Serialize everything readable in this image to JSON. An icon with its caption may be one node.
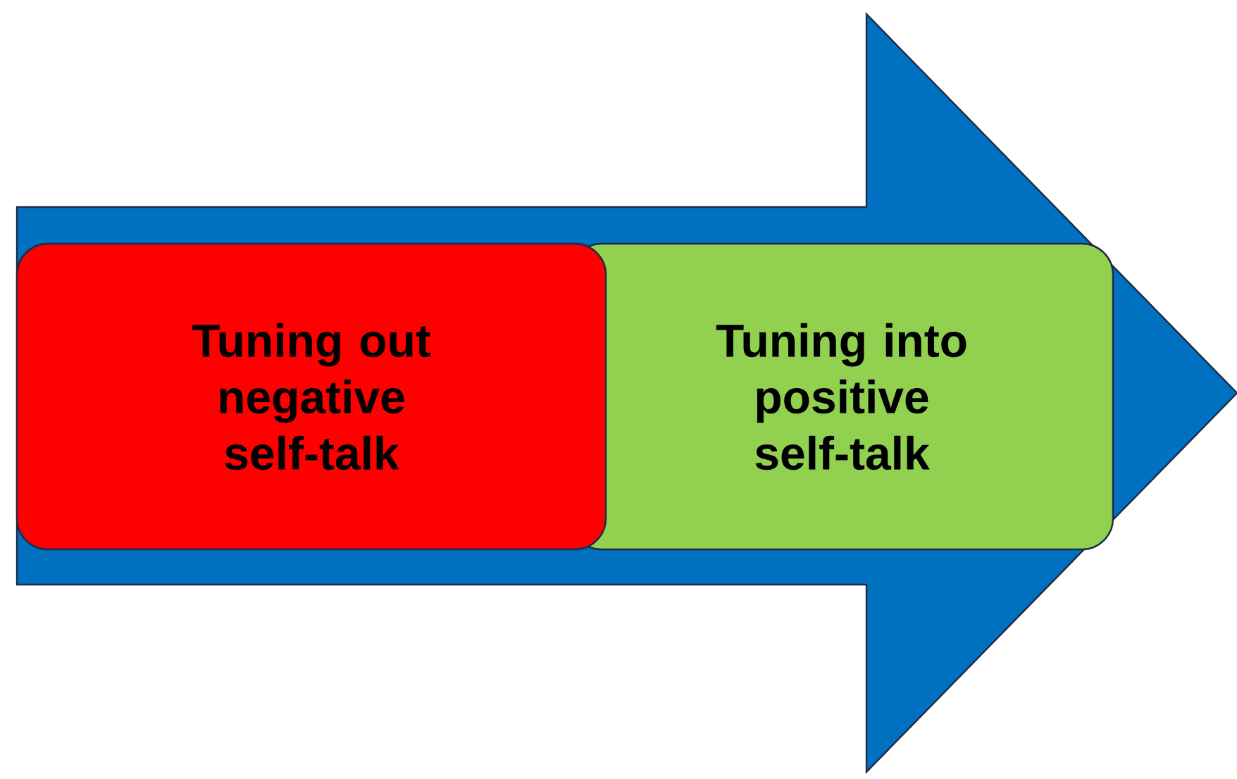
{
  "diagram": {
    "nodes": [
      {
        "text": [],
        "shape": "arrow"
      },
      {
        "text": [
          "Tuning out negative self-talk"
        ],
        "in": 0
      },
      {
        "text": [
          "Tuning into positive self-talk"
        ],
        "in": 0
      }
    ]
  }
}
